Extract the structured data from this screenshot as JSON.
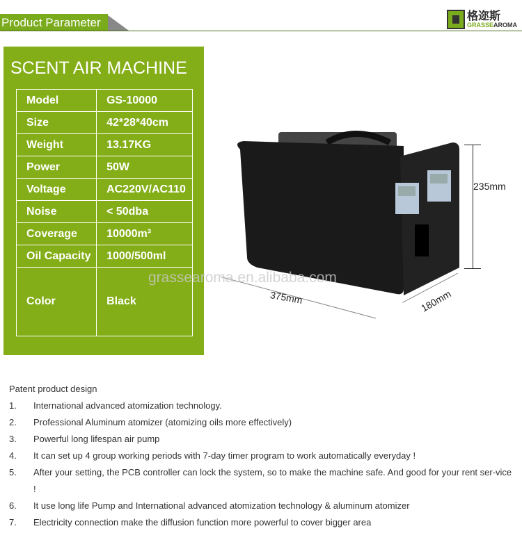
{
  "header": {
    "title": "Product Parameter",
    "logo_cn": "格迩斯",
    "logo_en_1": "GRASSE",
    "logo_en_2": "AROMA"
  },
  "panel": {
    "title": "SCENT AIR MACHINE",
    "rows": [
      {
        "label": "Model",
        "value": "GS-10000"
      },
      {
        "label": "Size",
        "value": "42*28*40cm"
      },
      {
        "label": "Weight",
        "value": "13.17KG"
      },
      {
        "label": "Power",
        "value": "50W"
      },
      {
        "label": "Voltage",
        "value": "AC220V/AC110"
      },
      {
        "label": "Noise",
        "value": "< 50dba"
      },
      {
        "label": "Coverage",
        "value": "10000m³"
      },
      {
        "label": "Oil Capacity",
        "value": "1000/500ml"
      },
      {
        "label": "Color",
        "value": "Black"
      }
    ]
  },
  "image": {
    "height": "235mm",
    "length": "375mm",
    "depth": "180mm",
    "watermark": "grassearoma.en.alibaba.com"
  },
  "features": {
    "intro": "Patent product design",
    "items": [
      {
        "n": "1.",
        "t": "International advanced atomization technology."
      },
      {
        "n": "2.",
        "t": "Professional Aluminum atomizer (atomizing oils more effectively)"
      },
      {
        "n": "3.",
        "t": "Powerful long lifespan air pump"
      },
      {
        "n": "4.",
        "t": "It can set up 4 group working periods with 7-day timer program to work automatically everyday !"
      },
      {
        "n": "5.",
        "t": "After your setting, the PCB controller can lock the system, so to make the machine safe. And good for your rent ser-vice !"
      },
      {
        "n": "6.",
        "t": "It use long life Pump and International advanced atomization technology & aluminum atomizer"
      },
      {
        "n": "7.",
        "t": "Electricity connection make the diffusion function more powerful to cover bigger area"
      }
    ]
  }
}
